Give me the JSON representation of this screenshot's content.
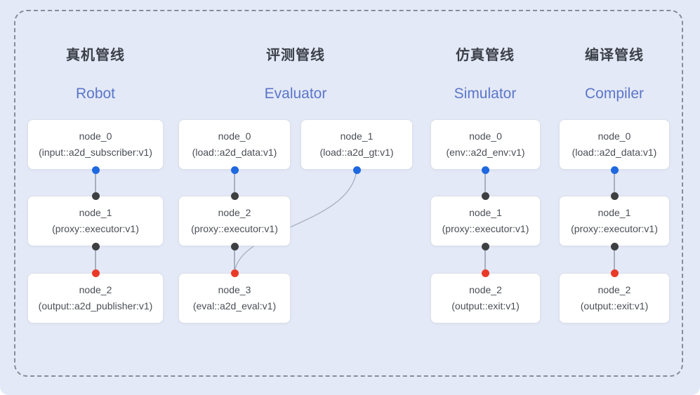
{
  "pipelines": [
    {
      "title_zh": "真机管线",
      "title_en": "Robot",
      "nodes": [
        {
          "name": "node_0",
          "type": "(input::a2d_subscriber:v1)"
        },
        {
          "name": "node_1",
          "type": "(proxy::executor:v1)"
        },
        {
          "name": "node_2",
          "type": "(output::a2d_publisher:v1)"
        }
      ]
    },
    {
      "title_zh": "评测管线",
      "title_en": "Evaluator",
      "nodes": [
        {
          "name": "node_0",
          "type": "(load::a2d_data:v1)"
        },
        {
          "name": "node_1",
          "type": "(load::a2d_gt:v1)"
        },
        {
          "name": "node_2",
          "type": "(proxy::executor:v1)"
        },
        {
          "name": "node_3",
          "type": "(eval::a2d_eval:v1)"
        }
      ]
    },
    {
      "title_zh": "仿真管线",
      "title_en": "Simulator",
      "nodes": [
        {
          "name": "node_0",
          "type": "(env::a2d_env:v1)"
        },
        {
          "name": "node_1",
          "type": "(proxy::executor:v1)"
        },
        {
          "name": "node_2",
          "type": "(output::exit:v1)"
        }
      ]
    },
    {
      "title_zh": "编译管线",
      "title_en": "Compiler",
      "nodes": [
        {
          "name": "node_0",
          "type": "(load::a2d_data:v1)"
        },
        {
          "name": "node_1",
          "type": "(proxy::executor:v1)"
        },
        {
          "name": "node_2",
          "type": "(output::exit:v1)"
        }
      ]
    }
  ],
  "colors": {
    "background": "#e4e9f7",
    "dashed_border": "#868d99",
    "node_bg": "#ffffff",
    "node_border": "#dbe0e9",
    "node_text": "#4a4e55",
    "title_zh": "#3b4049",
    "title_en": "#5b76c9",
    "dot_blue": "#1e68e0",
    "dot_dark": "#3d3f41",
    "dot_red": "#e93a28",
    "connector": "#8d95a5",
    "curve": "#a9b3c5"
  }
}
